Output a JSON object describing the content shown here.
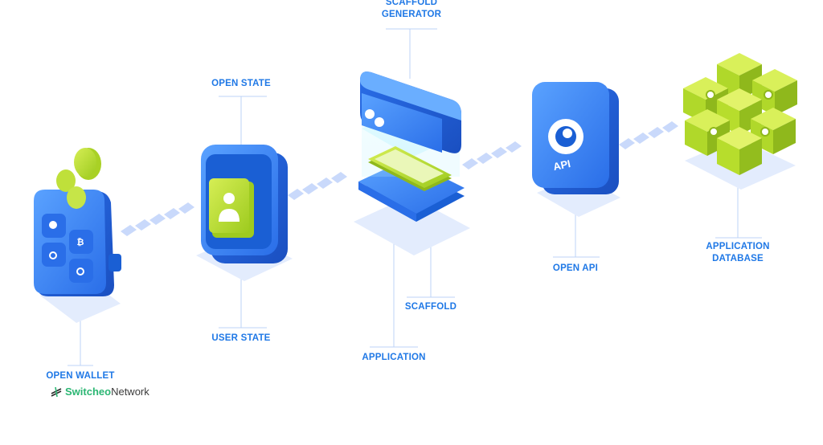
{
  "labels": {
    "scaffold_generator": [
      "SCAFFOLD",
      "GENERATOR"
    ],
    "open_state": "OPEN STATE",
    "user_state": "USER STATE",
    "application": "APPLICATION",
    "scaffold": "SCAFFOLD",
    "open_api": "OPEN API",
    "application_database": [
      "APPLICATION",
      "DATABASE"
    ],
    "open_wallet": "OPEN WALLET"
  },
  "api_badge": "API",
  "brand": {
    "name_part1": "Switcheo",
    "name_part2": "Network"
  },
  "colors": {
    "label": "#1f78e6",
    "blue_top": "#3f8cf5",
    "blue_side": "#1a5fd4",
    "lime": "#b7dd2c",
    "lime_dark": "#8fb81c",
    "shadow": "#e6eefc",
    "arrow": "#c9d9fb",
    "brand_green": "#2bb673"
  },
  "icons": [
    "wallet-icon",
    "coin-icon",
    "user-icon",
    "scaffold-generator-icon",
    "phone-icon",
    "api-icon",
    "database-blocks-icon",
    "switcheo-logo-icon"
  ]
}
